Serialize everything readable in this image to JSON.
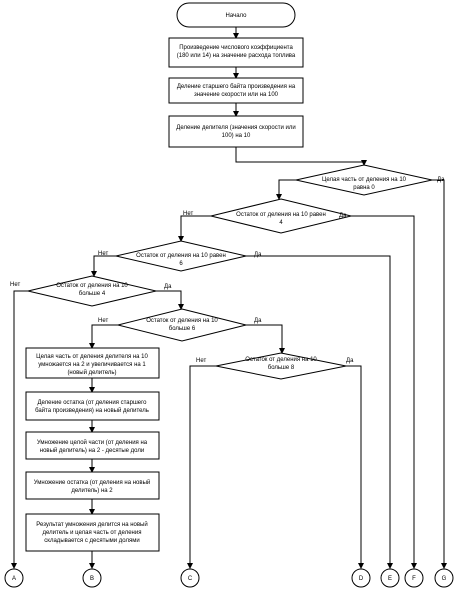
{
  "flowchart": {
    "start": "Начало",
    "steps": [
      [
        "Произведение числового коэффициента",
        "(180 или 14) на значение расхода топлива"
      ],
      [
        "Деление старшего байта произведения на",
        "значение скорости или на 100"
      ],
      [
        "Деление делителя (значения скорости или",
        "100) на 10"
      ]
    ],
    "decisions": [
      [
        "Целая часть от деления на 10",
        "равна 0"
      ],
      [
        "Остаток от деления на 10 равен",
        "4"
      ],
      [
        "Остаток от деления на 10 равен",
        "6"
      ],
      [
        "Остаток от деления на 10",
        "больше 4"
      ],
      [
        "Остаток от деления на 10",
        "больше 6"
      ],
      [
        "Остаток от деления на 10",
        "больше 8"
      ]
    ],
    "process": [
      [
        "Целая часть от деления делителя на 10",
        "умножается на 2 и увеличивается на 1",
        "(новый делитель)"
      ],
      [
        "Деление остатка (от деления старшего",
        "байта произведения) на новый делитель"
      ],
      [
        "Умножение целой части (от деления на",
        "новый делитель) на 2 - десятые доли"
      ],
      [
        "Умножение остатка (от деления на новый",
        "делитель) на 2"
      ],
      [
        "Результат умножения делится на новый",
        "делитель и целая часть от деления",
        "складывается с десятыми долями"
      ]
    ],
    "yes": "Да",
    "no": "Нет",
    "connectors": [
      "A",
      "B",
      "C",
      "D",
      "E",
      "F",
      "G"
    ]
  }
}
